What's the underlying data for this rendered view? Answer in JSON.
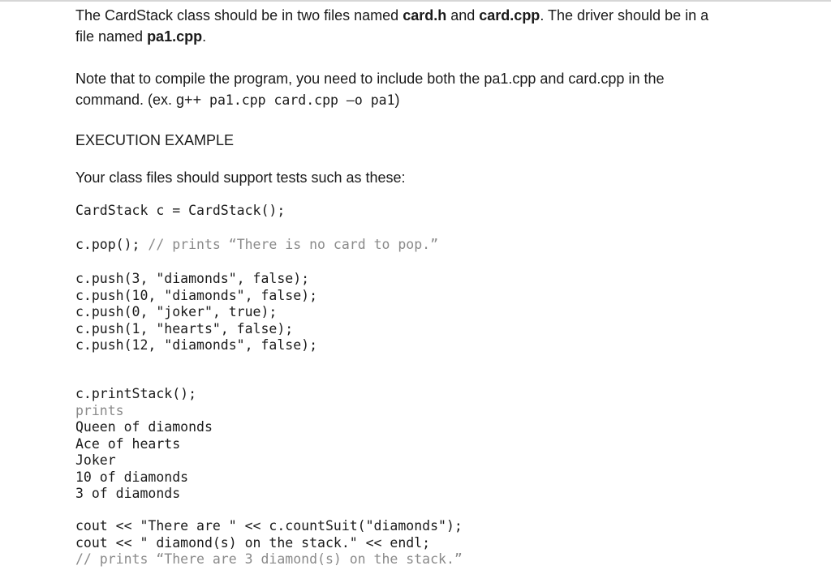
{
  "intro": {
    "line1_a": "The CardStack class should be in two files named ",
    "file1": "card.h",
    "line1_b": " and ",
    "file2": "card.cpp",
    "line1_c": ". The driver should be in a",
    "line2_a": "file named ",
    "file3": "pa1.cpp",
    "line2_b": "."
  },
  "note": {
    "line1": "Note that to compile the program, you need to include both the pa1.cpp and card.cpp in the",
    "line2_a": "command. (ex. ",
    "cmd_gpp": "g++",
    "cmd_rest": " pa1.cpp card.cpp –o pa1",
    "line2_b": ")"
  },
  "execution_heading": "EXECUTION EXAMPLE",
  "tests_intro": "Your class files should support tests such as these:",
  "code": {
    "ctor": "CardStack c = CardStack();",
    "pop_call": "c.pop();",
    "pop_comment": " // prints “There is no card to pop.”",
    "push_lines": [
      "c.push(3, \"diamonds\", false);",
      "c.push(10, \"diamonds\", false);",
      "c.push(0, \"joker\", true);",
      "c.push(1, \"hearts\", false);",
      "c.push(12, \"diamonds\", false);"
    ],
    "print_call": "c.printStack();",
    "prints_label": "prints",
    "print_output": [
      "Queen of diamonds",
      "Ace of hearts",
      "Joker",
      "10 of diamonds",
      "3 of diamonds"
    ],
    "cout_line1": "cout << \"There are \" << c.countSuit(\"diamonds\");",
    "cout_line2": "cout << \" diamond(s) on the stack.\" << endl;",
    "cout_comment": "// prints “There are 3 diamond(s) on the stack.”"
  }
}
